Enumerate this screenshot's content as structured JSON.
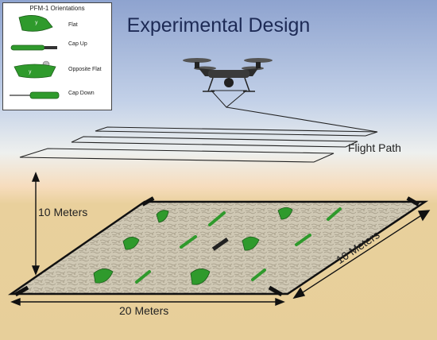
{
  "title": "Experimental Design",
  "legend": {
    "heading": "PFM-1 Orientations",
    "items": [
      {
        "label": "Flat",
        "icon": "pfm-flat-icon"
      },
      {
        "label": "Cap Up",
        "icon": "pfm-cap-up-icon"
      },
      {
        "label": "Opposite Flat",
        "icon": "pfm-opposite-flat-icon"
      },
      {
        "label": "Cap Down",
        "icon": "pfm-cap-down-icon"
      }
    ]
  },
  "flight_path_label": "Flight Path",
  "dimensions": {
    "height": "10 Meters",
    "length": "20 Meters",
    "width": "10 Meters"
  },
  "colors": {
    "mine_green": "#2f9a2c",
    "sky_top": "#8ea3cf",
    "sand": "#e7cf9a",
    "grid_surface": "#cfc8b4"
  }
}
